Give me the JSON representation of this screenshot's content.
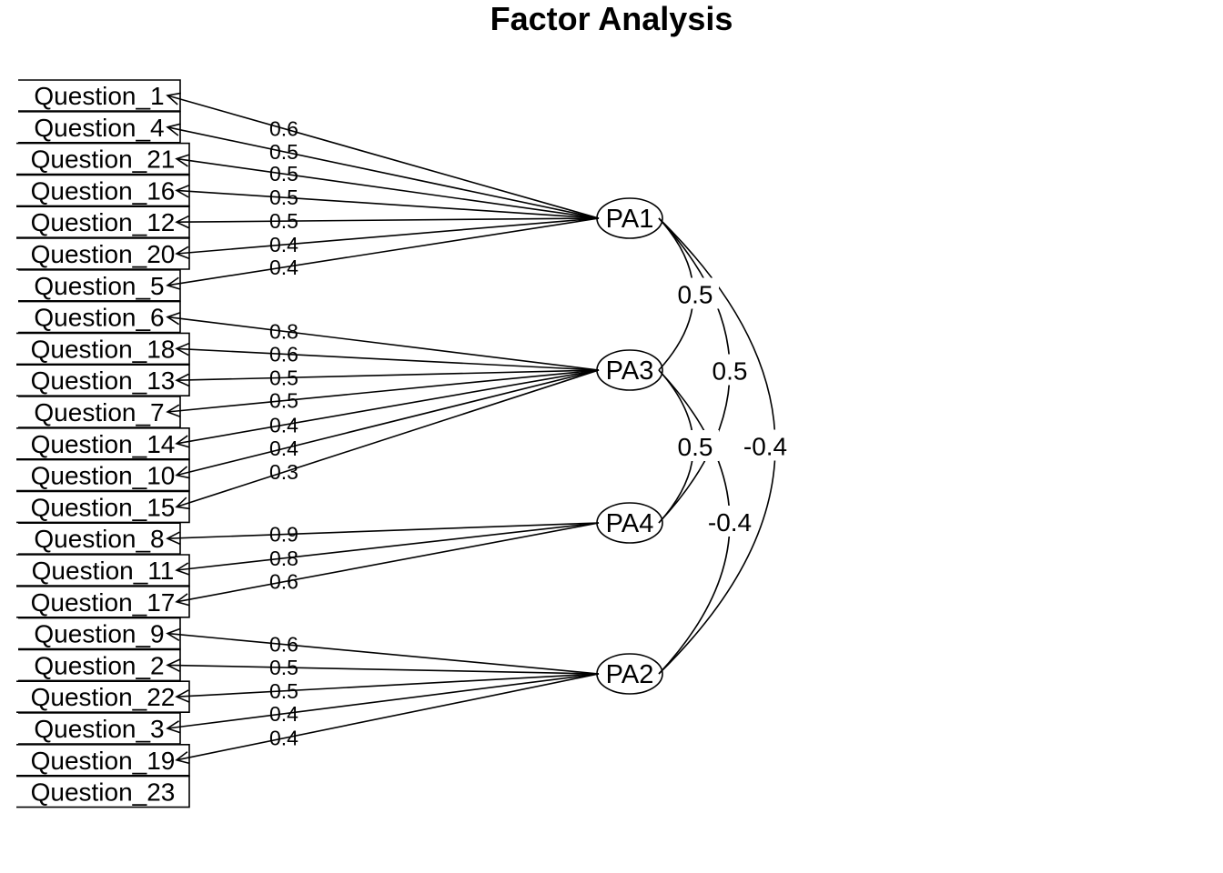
{
  "title": "Factor Analysis",
  "factors": [
    "PA1",
    "PA3",
    "PA4",
    "PA2"
  ],
  "variables": [
    "Question_1",
    "Question_4",
    "Question_21",
    "Question_16",
    "Question_12",
    "Question_20",
    "Question_5",
    "Question_6",
    "Question_18",
    "Question_13",
    "Question_7",
    "Question_14",
    "Question_10",
    "Question_15",
    "Question_8",
    "Question_11",
    "Question_17",
    "Question_9",
    "Question_2",
    "Question_22",
    "Question_3",
    "Question_19",
    "Question_23"
  ],
  "loadings": [
    {
      "factor": "PA1",
      "variable": "Question_1",
      "label": "0.6"
    },
    {
      "factor": "PA1",
      "variable": "Question_4",
      "label": "0.5"
    },
    {
      "factor": "PA1",
      "variable": "Question_21",
      "label": "0.5"
    },
    {
      "factor": "PA1",
      "variable": "Question_16",
      "label": "0.5"
    },
    {
      "factor": "PA1",
      "variable": "Question_12",
      "label": "0.5"
    },
    {
      "factor": "PA1",
      "variable": "Question_20",
      "label": "0.4"
    },
    {
      "factor": "PA1",
      "variable": "Question_5",
      "label": "0.4"
    },
    {
      "factor": "PA3",
      "variable": "Question_6",
      "label": "0.8"
    },
    {
      "factor": "PA3",
      "variable": "Question_18",
      "label": "0.6"
    },
    {
      "factor": "PA3",
      "variable": "Question_13",
      "label": "0.5"
    },
    {
      "factor": "PA3",
      "variable": "Question_7",
      "label": "0.5"
    },
    {
      "factor": "PA3",
      "variable": "Question_14",
      "label": "0.4"
    },
    {
      "factor": "PA3",
      "variable": "Question_10",
      "label": "0.4"
    },
    {
      "factor": "PA3",
      "variable": "Question_15",
      "label": "0.3"
    },
    {
      "factor": "PA4",
      "variable": "Question_8",
      "label": "0.9"
    },
    {
      "factor": "PA4",
      "variable": "Question_11",
      "label": "0.8"
    },
    {
      "factor": "PA4",
      "variable": "Question_17",
      "label": "0.6"
    },
    {
      "factor": "PA2",
      "variable": "Question_9",
      "label": "0.6"
    },
    {
      "factor": "PA2",
      "variable": "Question_2",
      "label": "0.5"
    },
    {
      "factor": "PA2",
      "variable": "Question_22",
      "label": "0.5"
    },
    {
      "factor": "PA2",
      "variable": "Question_3",
      "label": "0.4"
    },
    {
      "factor": "PA2",
      "variable": "Question_19",
      "label": "0.4"
    }
  ],
  "correlations": [
    {
      "from": "PA1",
      "to": "PA3",
      "label": "0.5"
    },
    {
      "from": "PA1",
      "to": "PA4",
      "label": "0.5"
    },
    {
      "from": "PA3",
      "to": "PA4",
      "label": "0.5"
    },
    {
      "from": "PA3",
      "to": "PA2",
      "label": "-0.4"
    },
    {
      "from": "PA1",
      "to": "PA2",
      "label": "-0.4"
    }
  ]
}
